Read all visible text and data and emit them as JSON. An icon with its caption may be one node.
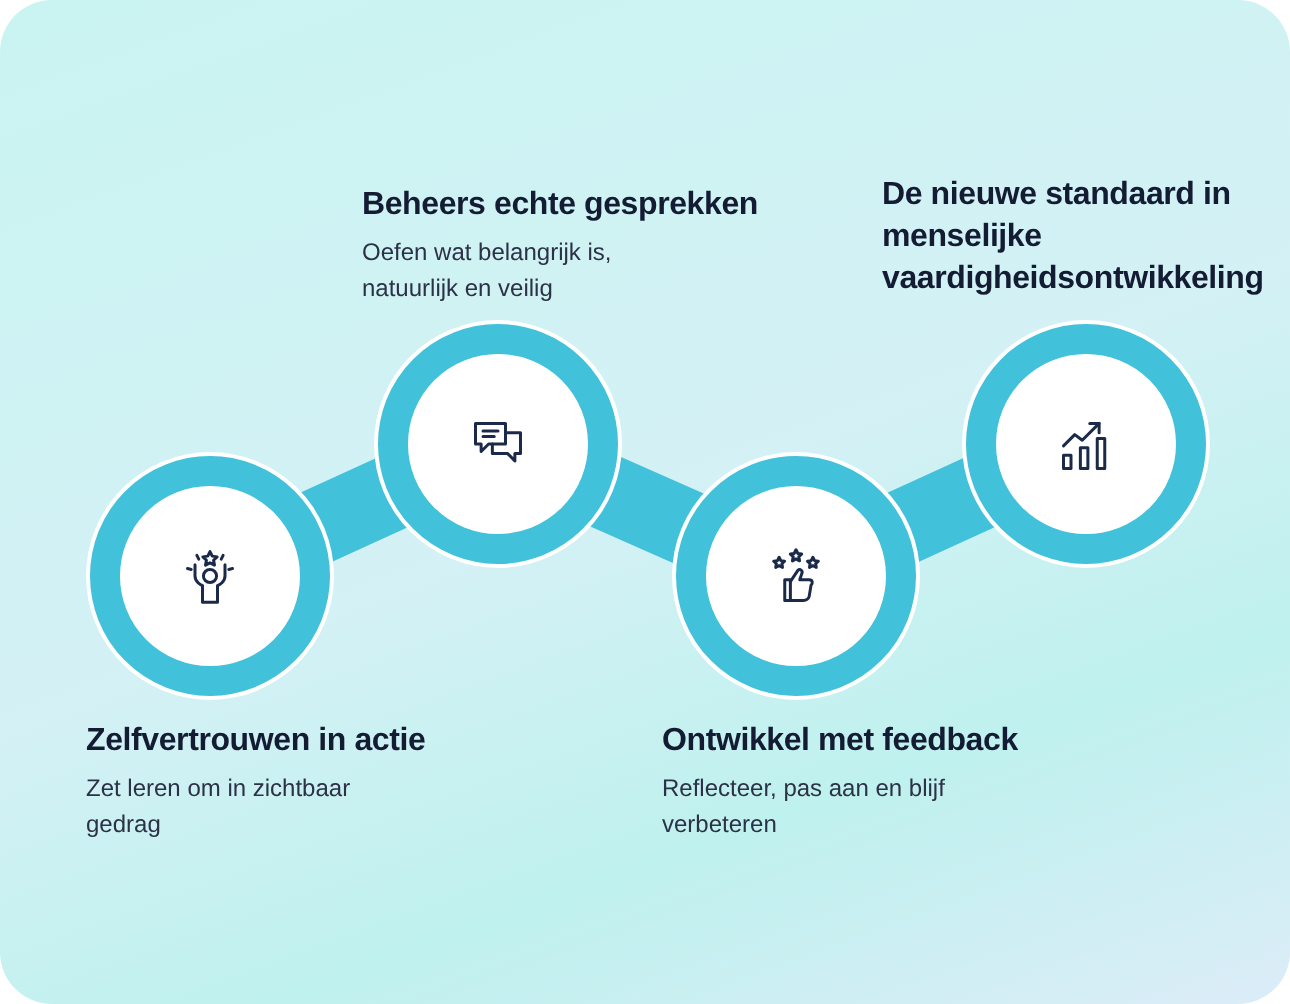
{
  "diagram": {
    "nodes": [
      {
        "text": [],
        "shape": "circle",
        "beside": [
          "Zelfvertrouwen in actie",
          "Zet leren om in zichtbaar gedrag"
        ]
      },
      {
        "text": [],
        "shape": "circle",
        "beside": [
          "Beheers echte gesprekken",
          "Oefen wat belangrijk is, natuurlijk en veilig"
        ]
      },
      {
        "text": [],
        "shape": "circle",
        "beside": [
          "Ontwikkel met feedback",
          "Reflecteer, pas aan en blijf verbeteren"
        ]
      },
      {
        "text": [],
        "shape": "circle",
        "beside": [
          "De nieuwe standaard in menselijke vaardigheidsontwikkeling"
        ]
      }
    ],
    "edges": [
      {
        "from": 0,
        "to": 1,
        "arrow": "none"
      },
      {
        "from": 1,
        "to": 2,
        "arrow": "none"
      },
      {
        "from": 2,
        "to": 3,
        "arrow": "none"
      }
    ]
  }
}
